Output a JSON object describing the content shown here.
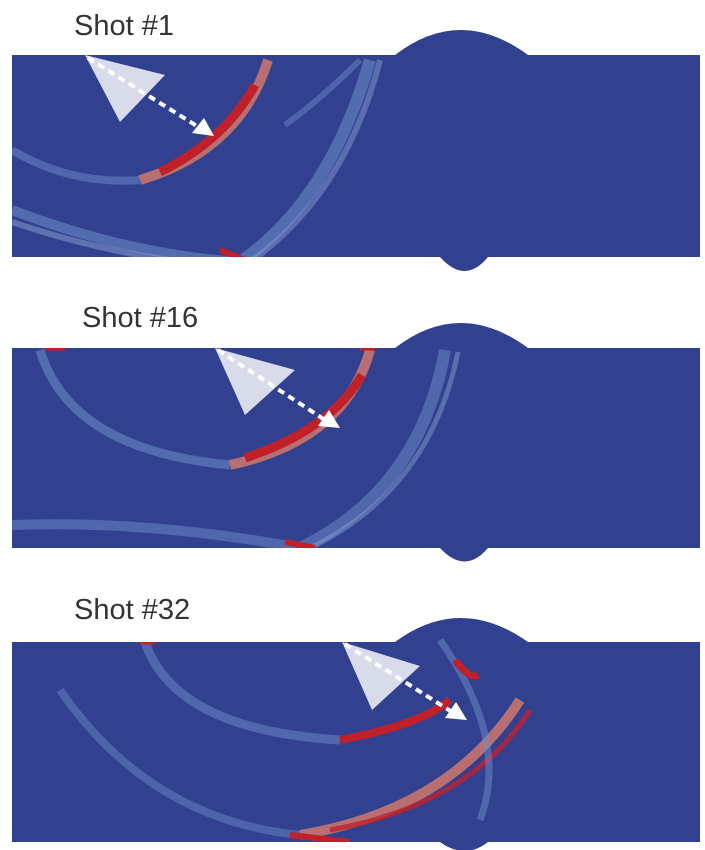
{
  "figure": {
    "panels": [
      {
        "label": "Shot #1"
      },
      {
        "label": "Shot #16"
      },
      {
        "label": "Shot #32"
      }
    ]
  },
  "colors": {
    "background": "#ffffff",
    "specimen_fill": "#32418f",
    "wave_weak": "#6f8ecb",
    "wave_strong": "#c0202a",
    "wave_mid": "#d87a6a",
    "transducer_beam": "#d8dbea",
    "arrow": "#ffffff"
  }
}
